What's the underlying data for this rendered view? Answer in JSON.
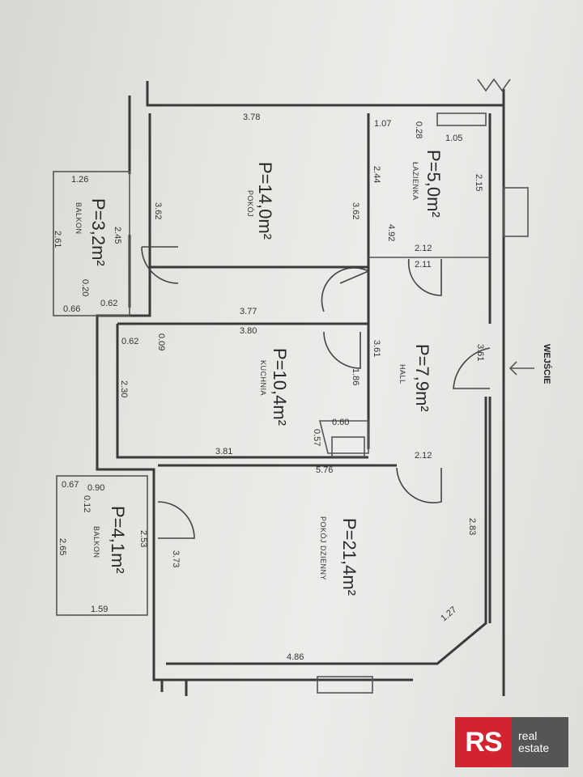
{
  "plan": {
    "rooms": [
      {
        "id": "pokoj",
        "area": "P=14,0m²",
        "name": "POKÓJ",
        "dims": [
          "3.78",
          "3.62",
          "3.62",
          "3.77"
        ]
      },
      {
        "id": "lazienka",
        "area": "P=5,0m²",
        "name": "ŁAZIENKA",
        "dims": [
          "1.07",
          "1.05",
          "2.15",
          "2.44",
          "4.92",
          "2.12",
          "0.28"
        ]
      },
      {
        "id": "balkon1",
        "area": "P=3,2m²",
        "name": "BALKON",
        "dims": [
          "1.26",
          "2.45",
          "2.61",
          "0.20",
          "0.66",
          "0.62"
        ]
      },
      {
        "id": "kuchnia",
        "area": "P=10,4m²",
        "name": "KUCHNIA",
        "dims": [
          "3.80",
          "0.09",
          "0.62",
          "2.30",
          "3.61",
          "1.86",
          "0.60",
          "0.57",
          "3.81"
        ]
      },
      {
        "id": "hall",
        "area": "P=7,9m²",
        "name": "HALL",
        "dims": [
          "2.11",
          "3.61",
          "2.12",
          "5.76"
        ]
      },
      {
        "id": "balkon2",
        "area": "P=4,1m²",
        "name": "BALKON",
        "dims": [
          "0.67",
          "0.90",
          "0.12",
          "2.65",
          "1.59",
          "2.53",
          "3.73"
        ]
      },
      {
        "id": "dzienny",
        "area": "P=21,4m²",
        "name": "POKÓJ DZIENNY",
        "dims": [
          "2.83",
          "1.27",
          "4.86"
        ]
      }
    ],
    "entrance": "WEJŚCIE"
  },
  "logo": {
    "mark": "RS",
    "line1": "real",
    "line2": "estate",
    "brand_color": "#d2232f",
    "dark_color": "#555555"
  }
}
